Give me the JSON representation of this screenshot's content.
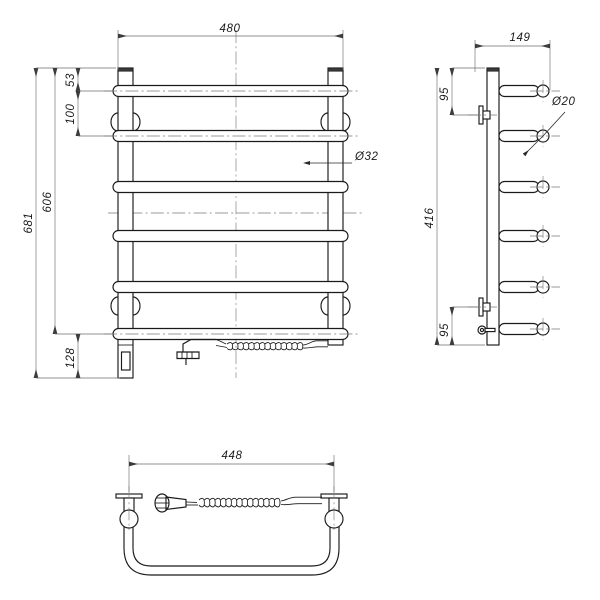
{
  "document": {
    "type": "engineering-drawing",
    "subject": "Electric heated towel rail / ladder radiator",
    "units": "mm",
    "line_color": "#1a1a1a",
    "dimension_color": "#6e6e6e",
    "background": "#ffffff"
  },
  "views": {
    "front": {
      "name": "front-elevation",
      "rung_count": 6,
      "bracket_count": 4
    },
    "side": {
      "name": "side-elevation",
      "rung_count": 6,
      "bracket_count": 2
    },
    "top": {
      "name": "top-plan-view",
      "flange_count": 2
    }
  },
  "dimensions": {
    "front_width": "480",
    "front_total_height": "681",
    "front_inner_height": "606",
    "front_top_offset": "53",
    "front_rung_pitch": "100",
    "front_bottom_offset": "128",
    "tube_diameter": "Ø32",
    "side_depth": "149",
    "side_top_bracket": "95",
    "side_bracket_span": "416",
    "side_bottom_bracket": "95",
    "bracket_diameter": "Ø20",
    "top_width": "448"
  },
  "labels": [
    {
      "id": "dim-480",
      "text": "480",
      "view": "front",
      "meaning": "overall width"
    },
    {
      "id": "dim-681",
      "text": "681",
      "view": "front",
      "meaning": "overall height"
    },
    {
      "id": "dim-606",
      "text": "606",
      "view": "front",
      "meaning": "height to top rung axis"
    },
    {
      "id": "dim-53",
      "text": "53",
      "view": "front",
      "meaning": "top edge to first rung"
    },
    {
      "id": "dim-100",
      "text": "100",
      "view": "front",
      "meaning": "rung spacing"
    },
    {
      "id": "dim-128",
      "text": "128",
      "view": "front",
      "meaning": "bottom rung to base"
    },
    {
      "id": "dia-32",
      "text": "Ø32",
      "view": "front",
      "meaning": "rung tube diameter"
    },
    {
      "id": "dim-149",
      "text": "149",
      "view": "side",
      "meaning": "overall depth"
    },
    {
      "id": "dim-95-top",
      "text": "95",
      "view": "side",
      "meaning": "top bracket offset"
    },
    {
      "id": "dim-416",
      "text": "416",
      "view": "side",
      "meaning": "bracket centre span"
    },
    {
      "id": "dim-95-bot",
      "text": "95",
      "view": "side",
      "meaning": "bottom bracket offset"
    },
    {
      "id": "dia-20",
      "text": "Ø20",
      "view": "side",
      "meaning": "connector diameter"
    },
    {
      "id": "dim-448",
      "text": "448",
      "view": "top",
      "meaning": "top view width"
    }
  ]
}
